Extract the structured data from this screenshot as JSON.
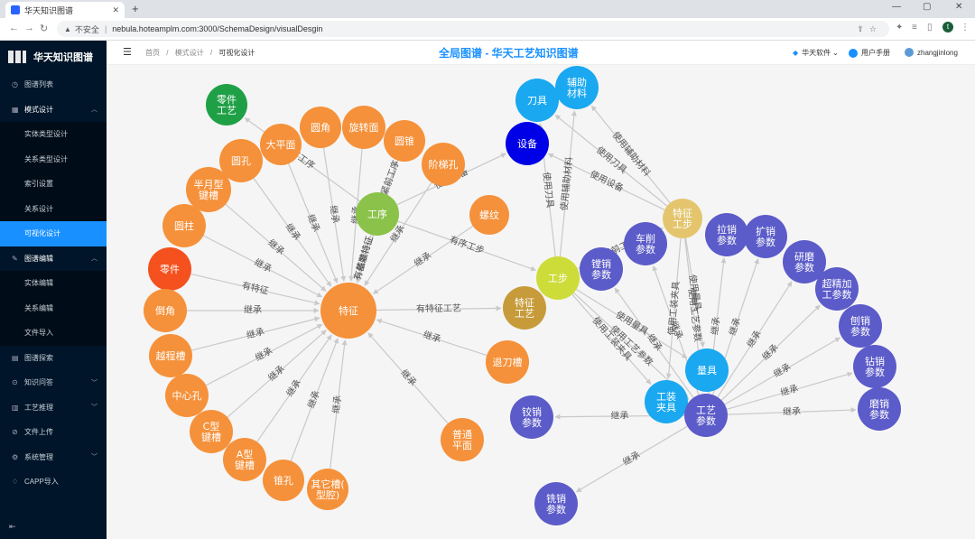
{
  "browser": {
    "tab_title": "华天知识图谱",
    "url_warning": "不安全",
    "url": "nebula.hoteamplm.com:3000/SchemaDesign/visualDesgin"
  },
  "brand": "华天知识图谱",
  "sidebar": [
    {
      "label": "图谱列表",
      "icon": "◷",
      "kind": "item"
    },
    {
      "label": "模式设计",
      "icon": "▦",
      "kind": "group-open"
    },
    {
      "label": "实体类型设计",
      "kind": "sub"
    },
    {
      "label": "关系类型设计",
      "kind": "sub"
    },
    {
      "label": "索引设置",
      "kind": "sub"
    },
    {
      "label": "关系设计",
      "kind": "sub"
    },
    {
      "label": "可视化设计",
      "kind": "sub-active"
    },
    {
      "label": "图谱编辑",
      "icon": "✎",
      "kind": "group-open"
    },
    {
      "label": "实体编辑",
      "kind": "sub"
    },
    {
      "label": "关系编辑",
      "kind": "sub"
    },
    {
      "label": "文件导入",
      "kind": "sub"
    },
    {
      "label": "图谱探索",
      "icon": "▤",
      "kind": "item"
    },
    {
      "label": "知识问答",
      "icon": "⊙",
      "kind": "group"
    },
    {
      "label": "工艺推理",
      "icon": "▥",
      "kind": "group"
    },
    {
      "label": "文件上传",
      "icon": "⊘",
      "kind": "item"
    },
    {
      "label": "系统管理",
      "icon": "⚙",
      "kind": "group"
    },
    {
      "label": "CAPP导入",
      "icon": "♢",
      "kind": "item"
    }
  ],
  "breadcrumb": {
    "home": "首页",
    "mid": "模式设计",
    "current": "可视化设计"
  },
  "page_title": "全局图谱 - 华天工艺知识图谱",
  "top_right": {
    "company": "华天软件",
    "manual": "用户手册",
    "user": "zhangjinlong"
  },
  "colors": {
    "orange": "#f5913a",
    "green": "#1fa046",
    "lightgreen": "#8bc34a",
    "red": "#f4511e",
    "olive": "#c79b3a",
    "yellow": "#cddc39",
    "blue": "#0000e6",
    "skyblue": "#1aa8f0",
    "purple": "#5b5bc9",
    "tan": "#e4c56e",
    "edge": "#c9c9c9",
    "edgelabel": "#555555"
  },
  "graph": {
    "nodes": [
      {
        "id": "tezheng",
        "label": "特征",
        "color": "orange"
      },
      {
        "id": "gongxu",
        "label": "工序",
        "color": "lightgreen"
      },
      {
        "id": "lingjiangy",
        "label": "零件工艺",
        "color": "green"
      },
      {
        "id": "lingjian",
        "label": "零件",
        "color": "red"
      },
      {
        "id": "dapingmian",
        "label": "大平面",
        "color": "orange"
      },
      {
        "id": "yuanjiao",
        "label": "圆角",
        "color": "orange"
      },
      {
        "id": "xuanzhuanmian",
        "label": "旋转面",
        "color": "orange"
      },
      {
        "id": "yuanzhui",
        "label": "圆锥",
        "color": "orange"
      },
      {
        "id": "jietikong",
        "label": "阶梯孔",
        "color": "orange"
      },
      {
        "id": "yuankong",
        "label": "圆孔",
        "color": "orange"
      },
      {
        "id": "banyuexing",
        "label": "半月型键槽",
        "color": "orange"
      },
      {
        "id": "yuanzhu",
        "label": "圆柱",
        "color": "orange"
      },
      {
        "id": "luowen",
        "label": "螺纹",
        "color": "orange"
      },
      {
        "id": "daojiao",
        "label": "倒角",
        "color": "orange"
      },
      {
        "id": "yuechengcao",
        "label": "越程槽",
        "color": "orange"
      },
      {
        "id": "zhongxinkong",
        "label": "中心孔",
        "color": "orange"
      },
      {
        "id": "cxing",
        "label": "C型键槽",
        "color": "orange"
      },
      {
        "id": "axing",
        "label": "A型键槽",
        "color": "orange"
      },
      {
        "id": "zhuikong",
        "label": "锥孔",
        "color": "orange"
      },
      {
        "id": "qitacao",
        "label": "其它槽(型腔)",
        "color": "orange"
      },
      {
        "id": "putongpm",
        "label": "普通平面",
        "color": "orange"
      },
      {
        "id": "tuidaocao",
        "label": "退刀槽",
        "color": "orange"
      },
      {
        "id": "tezhenggy",
        "label": "特征工艺",
        "color": "olive"
      },
      {
        "id": "gongbu",
        "label": "工步",
        "color": "yellow"
      },
      {
        "id": "shebei",
        "label": "设备",
        "color": "blue"
      },
      {
        "id": "daoju",
        "label": "刀具",
        "color": "skyblue"
      },
      {
        "id": "fuzhu",
        "label": "辅助材料",
        "color": "skyblue"
      },
      {
        "id": "tezhenggb",
        "label": "特征工步",
        "color": "tan"
      },
      {
        "id": "liangju",
        "label": "量具",
        "color": "skyblue"
      },
      {
        "id": "gongzhuang",
        "label": "工装夹具",
        "color": "skyblue"
      },
      {
        "id": "gongyicanshu",
        "label": "工艺参数",
        "color": "purple"
      },
      {
        "id": "chexiao",
        "label": "车削参数",
        "color": "purple"
      },
      {
        "id": "laxiao",
        "label": "拉销参数",
        "color": "purple"
      },
      {
        "id": "kuoxiao",
        "label": "扩销参数",
        "color": "purple"
      },
      {
        "id": "yanmo",
        "label": "研磨参数",
        "color": "purple"
      },
      {
        "id": "chaojing",
        "label": "超精加工参数",
        "color": "purple"
      },
      {
        "id": "paoxiao",
        "label": "刨销参数",
        "color": "purple"
      },
      {
        "id": "zuanxiao",
        "label": "钻销参数",
        "color": "purple"
      },
      {
        "id": "moxiao",
        "label": "磨销参数",
        "color": "purple"
      },
      {
        "id": "jiaoxiao",
        "label": "铰销参数",
        "color": "purple"
      },
      {
        "id": "xixiao",
        "label": "铣销参数",
        "color": "purple"
      },
      {
        "id": "tangxiao",
        "label": "镗销参数",
        "color": "purple"
      }
    ],
    "edges": [
      {
        "from": "yuankong",
        "to": "tezheng",
        "label": "继承"
      },
      {
        "from": "dapingmian",
        "to": "tezheng",
        "label": "继承"
      },
      {
        "from": "yuanjiao",
        "to": "tezheng",
        "label": "继承"
      },
      {
        "from": "xuanzhuanmian",
        "to": "tezheng",
        "label": "继承"
      },
      {
        "from": "yuanzhui",
        "to": "tezheng",
        "label": "继承"
      },
      {
        "from": "jietikong",
        "to": "tezheng",
        "label": "继承"
      },
      {
        "from": "banyuexing",
        "to": "tezheng",
        "label": "继承"
      },
      {
        "from": "yuanzhu",
        "to": "tezheng",
        "label": "继承"
      },
      {
        "from": "luowen",
        "to": "tezheng",
        "label": "继承"
      },
      {
        "from": "lingjian",
        "to": "tezheng",
        "label": "有特征"
      },
      {
        "from": "daojiao",
        "to": "tezheng",
        "label": "继承"
      },
      {
        "from": "yuechengcao",
        "to": "tezheng",
        "label": "继承"
      },
      {
        "from": "zhongxinkong",
        "to": "tezheng",
        "label": "继承"
      },
      {
        "from": "cxing",
        "to": "tezheng",
        "label": "继承"
      },
      {
        "from": "axing",
        "to": "tezheng",
        "label": "继承"
      },
      {
        "from": "zhuikong",
        "to": "tezheng",
        "label": "继承"
      },
      {
        "from": "qitacao",
        "to": "tezheng",
        "label": "继承"
      },
      {
        "from": "putongpm",
        "to": "tezheng",
        "label": "继承"
      },
      {
        "from": "tuidaocao",
        "to": "tezheng",
        "label": "继承"
      },
      {
        "from": "tezheng",
        "to": "tezhenggy",
        "label": "有特征工艺"
      },
      {
        "from": "gongxu",
        "to": "tezheng",
        "label": "有基准特征"
      },
      {
        "from": "gongxu",
        "to": "tezheng",
        "label": "有依赖特征"
      },
      {
        "from": "gongxu",
        "to": "lingjiangy",
        "label": "有工序"
      },
      {
        "from": "gongxu",
        "to": "yuanzhui",
        "label": "紧前工序"
      },
      {
        "from": "gongxu",
        "to": "gongbu",
        "label": "有序工步"
      },
      {
        "from": "gongxu",
        "to": "shebei",
        "label": "使用设备"
      },
      {
        "from": "gongbu",
        "to": "daoju",
        "label": "使用刀具"
      },
      {
        "from": "gongbu",
        "to": "fuzhu",
        "label": "使用辅助材料"
      },
      {
        "from": "gongbu",
        "to": "tezhenggb",
        "label": "紧前工步"
      },
      {
        "from": "tezhenggb",
        "to": "daoju",
        "label": "使用刀具"
      },
      {
        "from": "tezhenggb",
        "to": "fuzhu",
        "label": "使用辅助材料"
      },
      {
        "from": "tezhenggb",
        "to": "shebei",
        "label": "使用设备"
      },
      {
        "from": "tezhenggb",
        "to": "liangju",
        "label": "使用量具"
      },
      {
        "from": "tezhenggb",
        "to": "gongzhuang",
        "label": "使用工装夹具"
      },
      {
        "from": "tezhenggb",
        "to": "gongyicanshu",
        "label": "使用工艺参数"
      },
      {
        "from": "gongbu",
        "to": "liangju",
        "label": "使用量具"
      },
      {
        "from": "gongbu",
        "to": "gongzhuang",
        "label": "使用工装夹具"
      },
      {
        "from": "gongbu",
        "to": "gongyicanshu",
        "label": "使用工艺参数"
      },
      {
        "from": "gongyicanshu",
        "to": "tangxiao",
        "label": "继承"
      },
      {
        "from": "gongyicanshu",
        "to": "chexiao",
        "label": "继承"
      },
      {
        "from": "gongyicanshu",
        "to": "laxiao",
        "label": "继承"
      },
      {
        "from": "gongyicanshu",
        "to": "kuoxiao",
        "label": "继承"
      },
      {
        "from": "gongyicanshu",
        "to": "yanmo",
        "label": "继承"
      },
      {
        "from": "gongyicanshu",
        "to": "chaojing",
        "label": "继承"
      },
      {
        "from": "gongyicanshu",
        "to": "paoxiao",
        "label": "继承"
      },
      {
        "from": "gongyicanshu",
        "to": "zuanxiao",
        "label": "继承"
      },
      {
        "from": "gongyicanshu",
        "to": "moxiao",
        "label": "继承"
      },
      {
        "from": "gongyicanshu",
        "to": "jiaoxiao",
        "label": "继承"
      },
      {
        "from": "gongyicanshu",
        "to": "xixiao",
        "label": "继承"
      }
    ]
  }
}
